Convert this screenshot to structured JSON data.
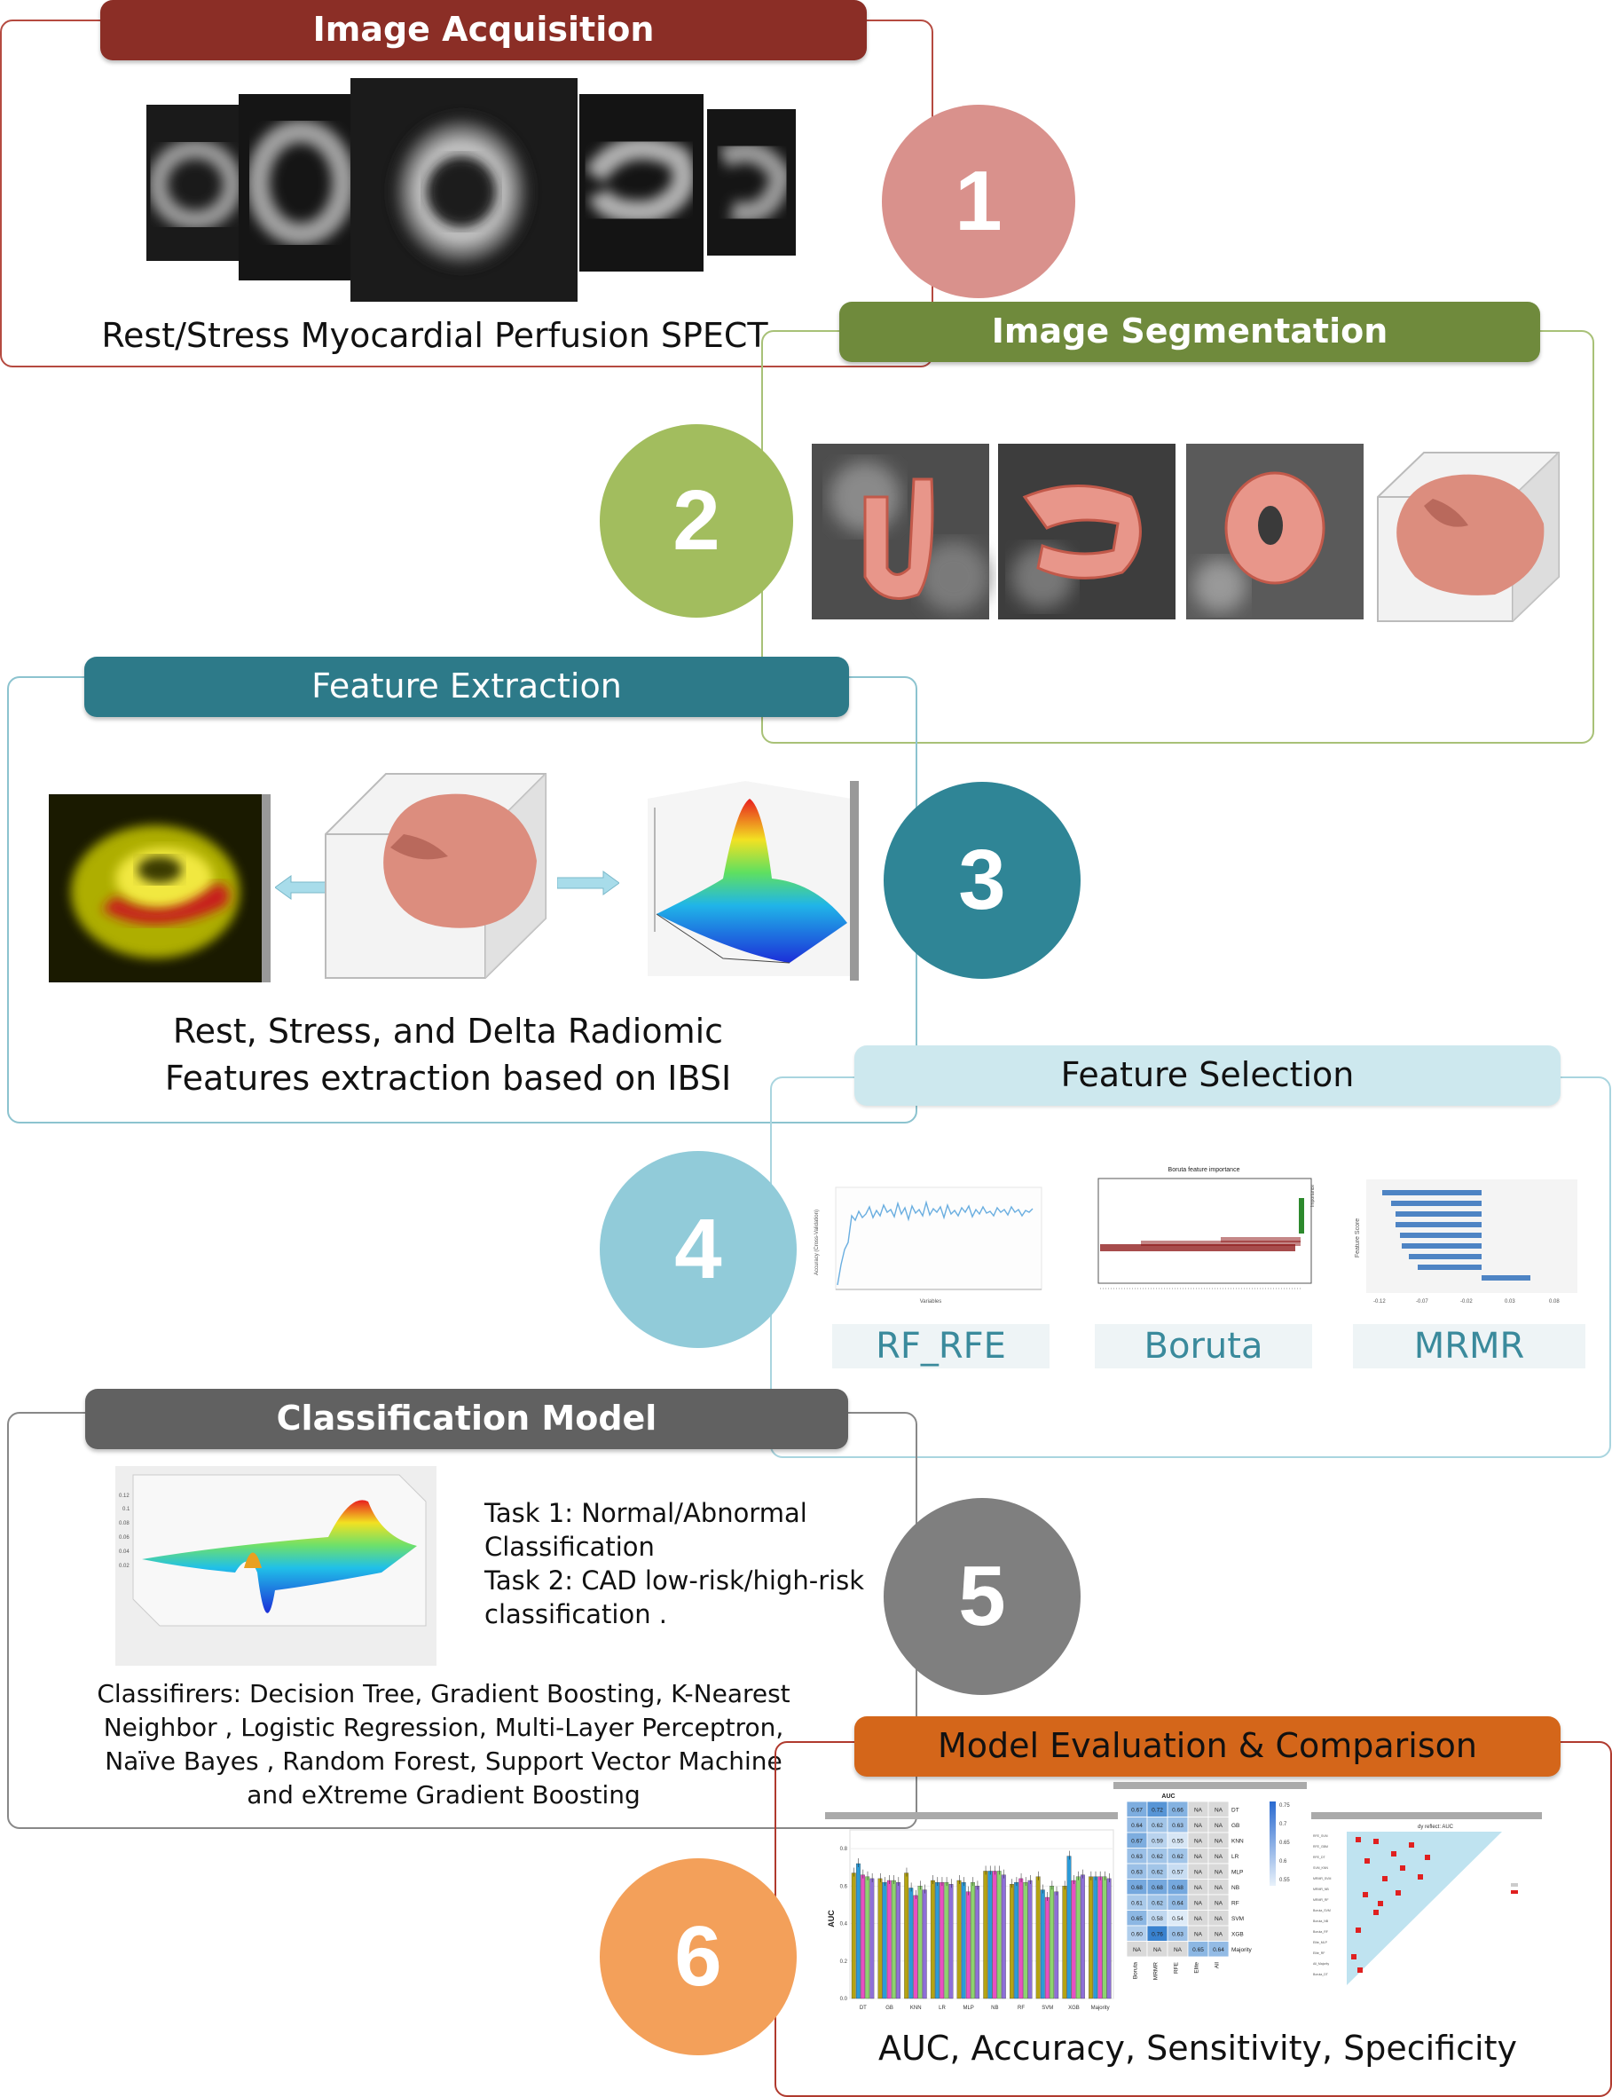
{
  "colors": {
    "acquisition": "#8b2e26",
    "segmentation": "#6f8a3c",
    "extraction": "#2d7a89",
    "selection": "#cde8ee",
    "classification": "#616161",
    "evaluation": "#d4661a",
    "circle1": "#d9918c",
    "circle2": "#a2bd5e",
    "circle3": "#2f8596",
    "circle4": "#91cbd9",
    "circle5": "#7f7f7f",
    "circle6": "#f3a05a"
  },
  "steps": [
    {
      "number": "1",
      "title": "Image Acquisition",
      "caption": "Rest/Stress Myocardial Perfusion SPECT"
    },
    {
      "number": "2",
      "title": "Image Segmentation"
    },
    {
      "number": "3",
      "title": "Feature Extraction",
      "caption_line1": "Rest, Stress, and Delta Radiomic",
      "caption_line2": "Features extraction based on IBSI"
    },
    {
      "number": "4",
      "title": "Feature Selection",
      "methods": [
        "RF_RFE",
        "Boruta",
        "MRMR"
      ]
    },
    {
      "number": "5",
      "title": "Classification Model",
      "task1_line1": "Task 1: Normal/Abnormal",
      "task1_line2": "Classification",
      "task2_line1": "Task 2: CAD low-risk/high-risk",
      "task2_line2": "classification .",
      "classifiers_line1": "Classifirers: Decision Tree, Gradient Boosting, K-Nearest",
      "classifiers_line2": "Neighbor , Logistic Regression, Multi-Layer Perceptron,",
      "classifiers_line3": "Naïve Bayes , Random Forest, Support Vector Machine",
      "classifiers_line4": "and eXtreme Gradient Boosting"
    },
    {
      "number": "6",
      "title": "Model Evaluation & Comparison",
      "caption": "AUC, Accuracy, Sensitivity, Specificity"
    }
  ],
  "icons": {
    "spect_slices": "spect-slices-image",
    "segmentation_overlays": "segmentation-overlay-image",
    "heart_3d": "heart-3d-icon",
    "heatmap_slice": "heatmap-slice-image",
    "surface_plot": "surface-plot-image",
    "arrow_left": "arrow-left-icon",
    "arrow_right": "arrow-right-icon"
  },
  "thumbnails": {
    "boruta_title": "Boruta feature importance",
    "auc_heatmap_title": "AUC",
    "auc_bar_ylabel": "AUC",
    "triangle_title": "dy reflect: AUC",
    "classifiers_short": [
      "DT",
      "GB",
      "KNN",
      "LR",
      "MLP",
      "NB",
      "RF",
      "SVM",
      "XGB",
      "Majority"
    ],
    "selectors_short": [
      "Boruta",
      "MRMR",
      "RFE",
      "Elite",
      "All"
    ]
  },
  "chart_data": [
    {
      "type": "bar",
      "title": "",
      "ylabel": "AUC",
      "categories": [
        "DT",
        "GB",
        "KNN",
        "LR",
        "MLP",
        "NB",
        "RF",
        "SVM",
        "XGB",
        "Majority"
      ],
      "ylim": [
        0,
        0.9
      ],
      "series": [
        {
          "values": [
            0.67,
            0.64,
            0.67,
            0.63,
            0.63,
            0.68,
            0.61,
            0.65,
            0.6,
            0.65
          ]
        },
        {
          "values": [
            0.72,
            0.62,
            0.59,
            0.62,
            0.62,
            0.68,
            0.62,
            0.58,
            0.76,
            0.65
          ]
        },
        {
          "values": [
            0.66,
            0.63,
            0.55,
            0.62,
            0.57,
            0.68,
            0.64,
            0.54,
            0.63,
            0.65
          ]
        },
        {
          "values": [
            0.65,
            0.63,
            0.6,
            0.62,
            0.62,
            0.68,
            0.62,
            0.6,
            0.65,
            0.65
          ]
        },
        {
          "values": [
            0.64,
            0.62,
            0.58,
            0.61,
            0.6,
            0.66,
            0.63,
            0.57,
            0.66,
            0.64
          ]
        }
      ]
    },
    {
      "type": "table",
      "title": "AUC",
      "rows": [
        "DT",
        "GB",
        "KNN",
        "LR",
        "MLP",
        "NB",
        "RF",
        "SVM",
        "XGB",
        "Majority"
      ],
      "columns": [
        "Boruta",
        "MRMR",
        "RFE",
        "Elite",
        "All"
      ],
      "values": [
        [
          "0.67",
          "0.72",
          "0.66",
          "NA",
          "NA"
        ],
        [
          "0.64",
          "0.62",
          "0.63",
          "NA",
          "NA"
        ],
        [
          "0.67",
          "0.59",
          "0.55",
          "NA",
          "NA"
        ],
        [
          "0.63",
          "0.62",
          "0.62",
          "NA",
          "NA"
        ],
        [
          "0.63",
          "0.62",
          "0.57",
          "NA",
          "NA"
        ],
        [
          "0.68",
          "0.68",
          "0.68",
          "NA",
          "NA"
        ],
        [
          "0.61",
          "0.62",
          "0.64",
          "NA",
          "NA"
        ],
        [
          "0.65",
          "0.58",
          "0.54",
          "NA",
          "NA"
        ],
        [
          "0.60",
          "0.76",
          "0.63",
          "NA",
          "NA"
        ],
        [
          "NA",
          "NA",
          "NA",
          "0.65",
          "0.64"
        ]
      ],
      "legend_ticks": [
        "0.75",
        "0.7",
        "0.65",
        "0.6",
        "0.55"
      ]
    }
  ]
}
